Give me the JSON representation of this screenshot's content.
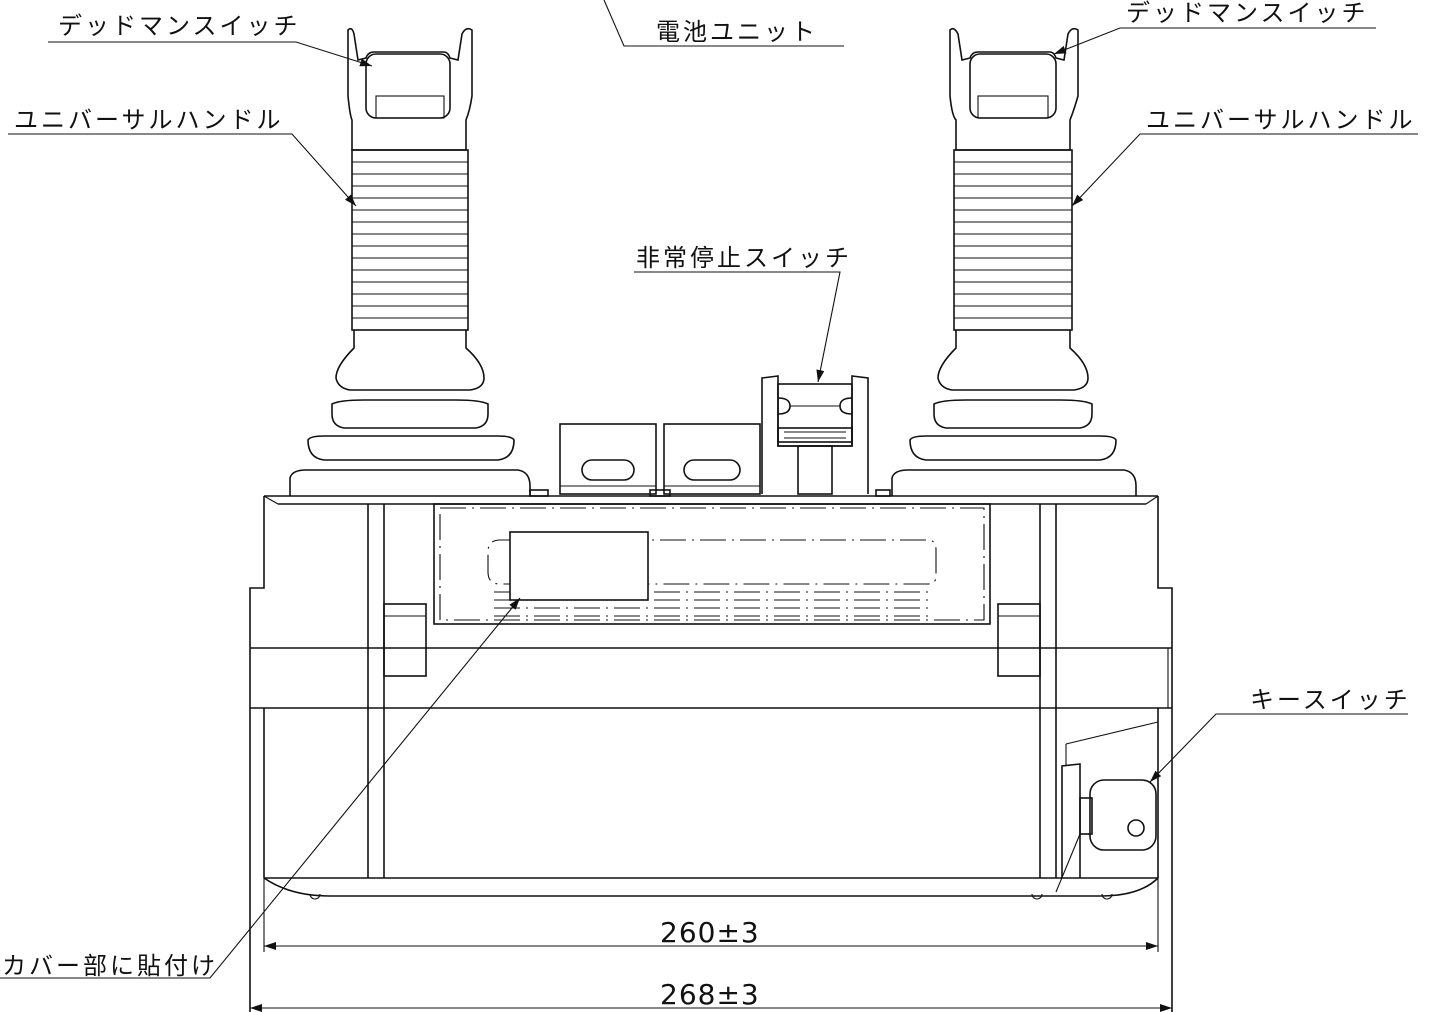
{
  "labels": {
    "deadman_left": "デッドマンスイッチ",
    "battery_unit": "電池ユニット",
    "deadman_right": "デッドマンスイッチ",
    "handle_left": "ユニバーサルハンドル",
    "handle_right": "ユニバーサルハンドル",
    "emergency_stop": "非常停止スイッチ",
    "key_switch": "キースイッチ",
    "cover_label": "カバー部に貼付け"
  },
  "dimensions": {
    "inner_width": "260±3",
    "outer_width": "268±3"
  }
}
